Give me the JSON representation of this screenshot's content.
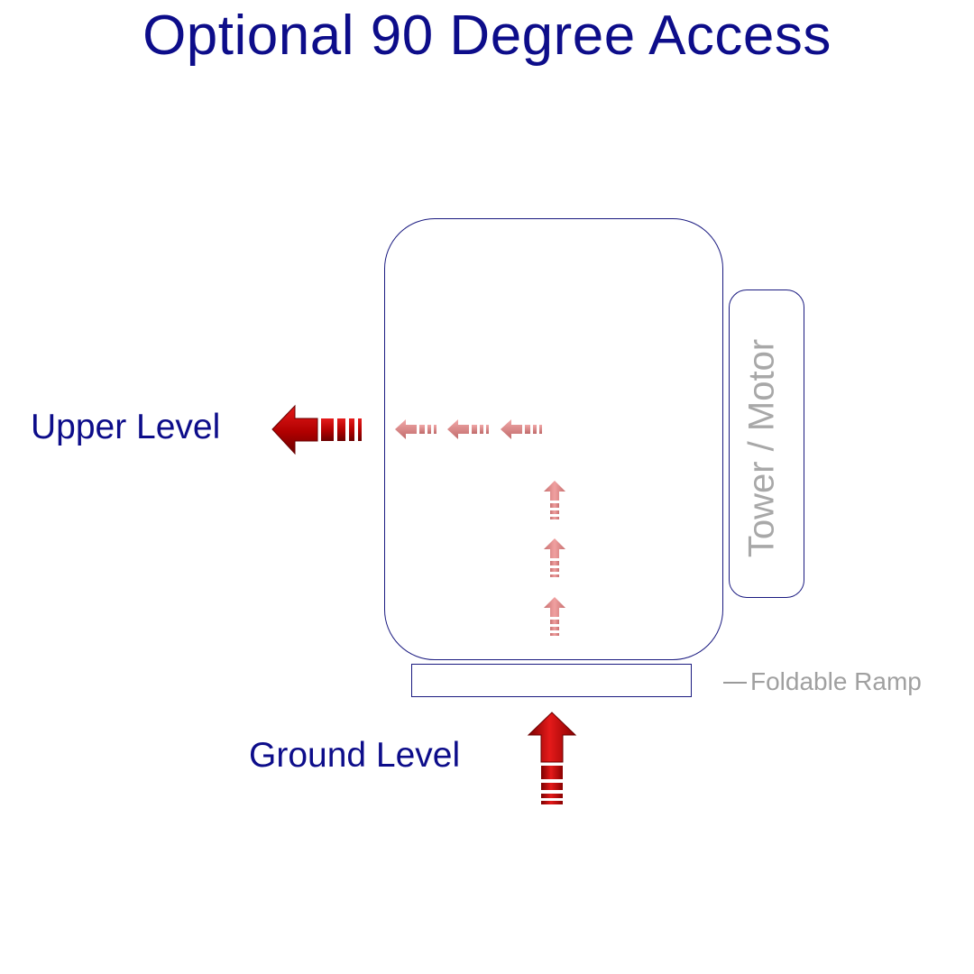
{
  "title": "Optional 90 Degree Access",
  "labels": {
    "upper_level": "Upper Level",
    "ground_level": "Ground Level",
    "tower_motor": "Tower / Motor",
    "foldable_ramp": "Foldable Ramp"
  },
  "colors": {
    "title": "#0d0d8a",
    "outline": "#1a1a80",
    "secondary_text": "#a8a8a8",
    "arrow_solid": "#c00000",
    "arrow_faded": "#d98080"
  },
  "icons": {
    "path_arrow": "red-3d-arrow"
  }
}
